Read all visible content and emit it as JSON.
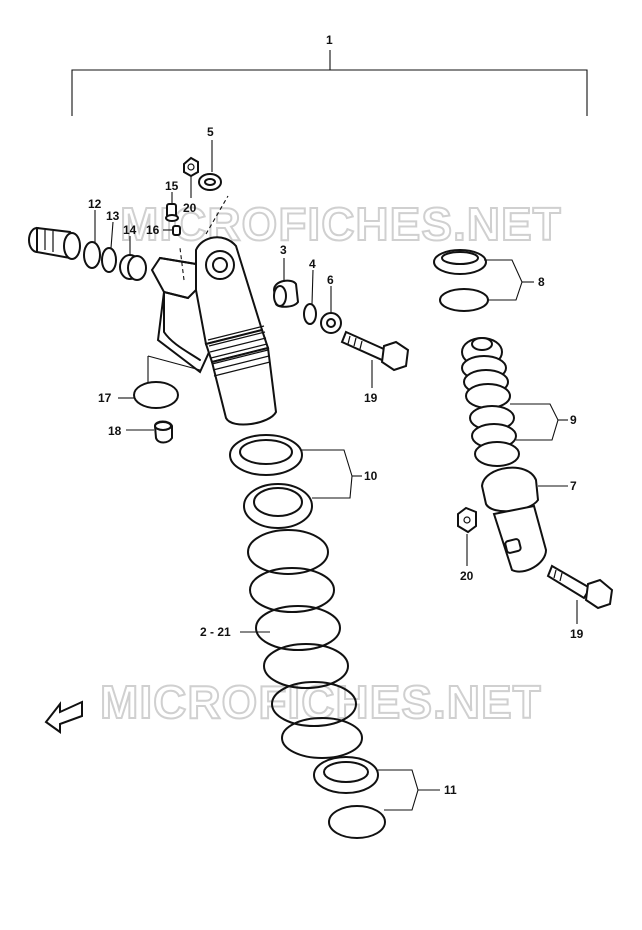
{
  "watermarks": [
    "MICROFICHES.NET",
    "MICROFICHES.NET"
  ],
  "callouts": {
    "c1": "1",
    "c2_21": "2 - 21",
    "c3": "3",
    "c4": "4",
    "c5": "5",
    "c6": "6",
    "c7": "7",
    "c8": "8",
    "c9": "9",
    "c10": "10",
    "c11": "11",
    "c12": "12",
    "c13": "13",
    "c14": "14",
    "c15": "15",
    "c16": "16",
    "c17": "17",
    "c18": "18",
    "c19a": "19",
    "c19b": "19",
    "c20a": "20",
    "c20b": "20"
  }
}
